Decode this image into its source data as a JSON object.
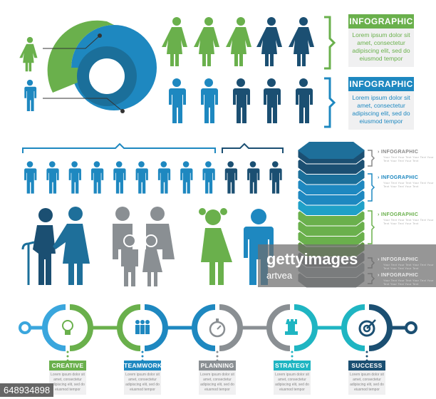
{
  "colors": {
    "green": "#6ab04c",
    "blue": "#1e88c0",
    "navy": "#1b4f72",
    "teal": "#1fb5c2",
    "grey": "#8a8f93",
    "lightblue": "#3aa6dd"
  },
  "boxes": [
    {
      "title": "INFOGRAPHIC",
      "text": "Lorem ipsum dolor sit amet, consectetur adipiscing elit, sed do eiusmod tempor",
      "color": "green"
    },
    {
      "title": "INFOGRAPHIC",
      "text": "Lorem ipsum dolor sit amet, consectetur adipiscing elit, sed do eiusmod tempor",
      "color": "blue"
    }
  ],
  "stack_labels": [
    {
      "title": "INFOGRAPHIC",
      "sub": "Your Text Your Text Your Text Your Text Your Text Your Text",
      "color": "grey"
    },
    {
      "title": "INFOGRAPHIC",
      "sub": "Your Text Your Text Your Text Your Text Your Text Your Text",
      "color": "blue"
    },
    {
      "title": "INFOGRAPHIC",
      "sub": "Your Text Your Text Your Text Your Text Your Text Your Text",
      "color": "green"
    },
    {
      "title": "INFOGRAPHIC",
      "sub": "Your Text Your Text Your Text Your Text Your Text Your Text",
      "color": "grey"
    },
    {
      "title": "INFOGRAPHIC",
      "sub": "Your Text Your Text Your Text Your Text Your Text Your Text",
      "color": "grey"
    }
  ],
  "steps": [
    {
      "title": "CREATIVE",
      "icon": "lightbulb-icon",
      "color": "green",
      "text": "Lorem ipsum dolor sit amet, consectetur adipiscing elit, sed do eiusmod tempor"
    },
    {
      "title": "TEAMWORK",
      "icon": "team-icon",
      "color": "blue",
      "text": "Lorem ipsum dolor sit amet, consectetur adipiscing elit, sed do eiusmod tempor"
    },
    {
      "title": "PLANNING",
      "icon": "stopwatch-icon",
      "color": "grey",
      "text": "Lorem ipsum dolor sit amet, consectetur adipiscing elit, sed do eiusmod tempor"
    },
    {
      "title": "STRATEGY",
      "icon": "chess-rook-icon",
      "color": "teal",
      "text": "Lorem ipsum dolor sit amet, consectetur adipiscing elit, sed do eiusmod tempor"
    },
    {
      "title": "SUCCESS",
      "icon": "target-icon",
      "color": "navy",
      "text": "Lorem ipsum dolor sit amet, consectetur adipiscing elit, sed do eiusmod tempor"
    }
  ],
  "watermark": {
    "brand": "gettyimages",
    "credit": "artvea"
  },
  "image_id": "648934898"
}
